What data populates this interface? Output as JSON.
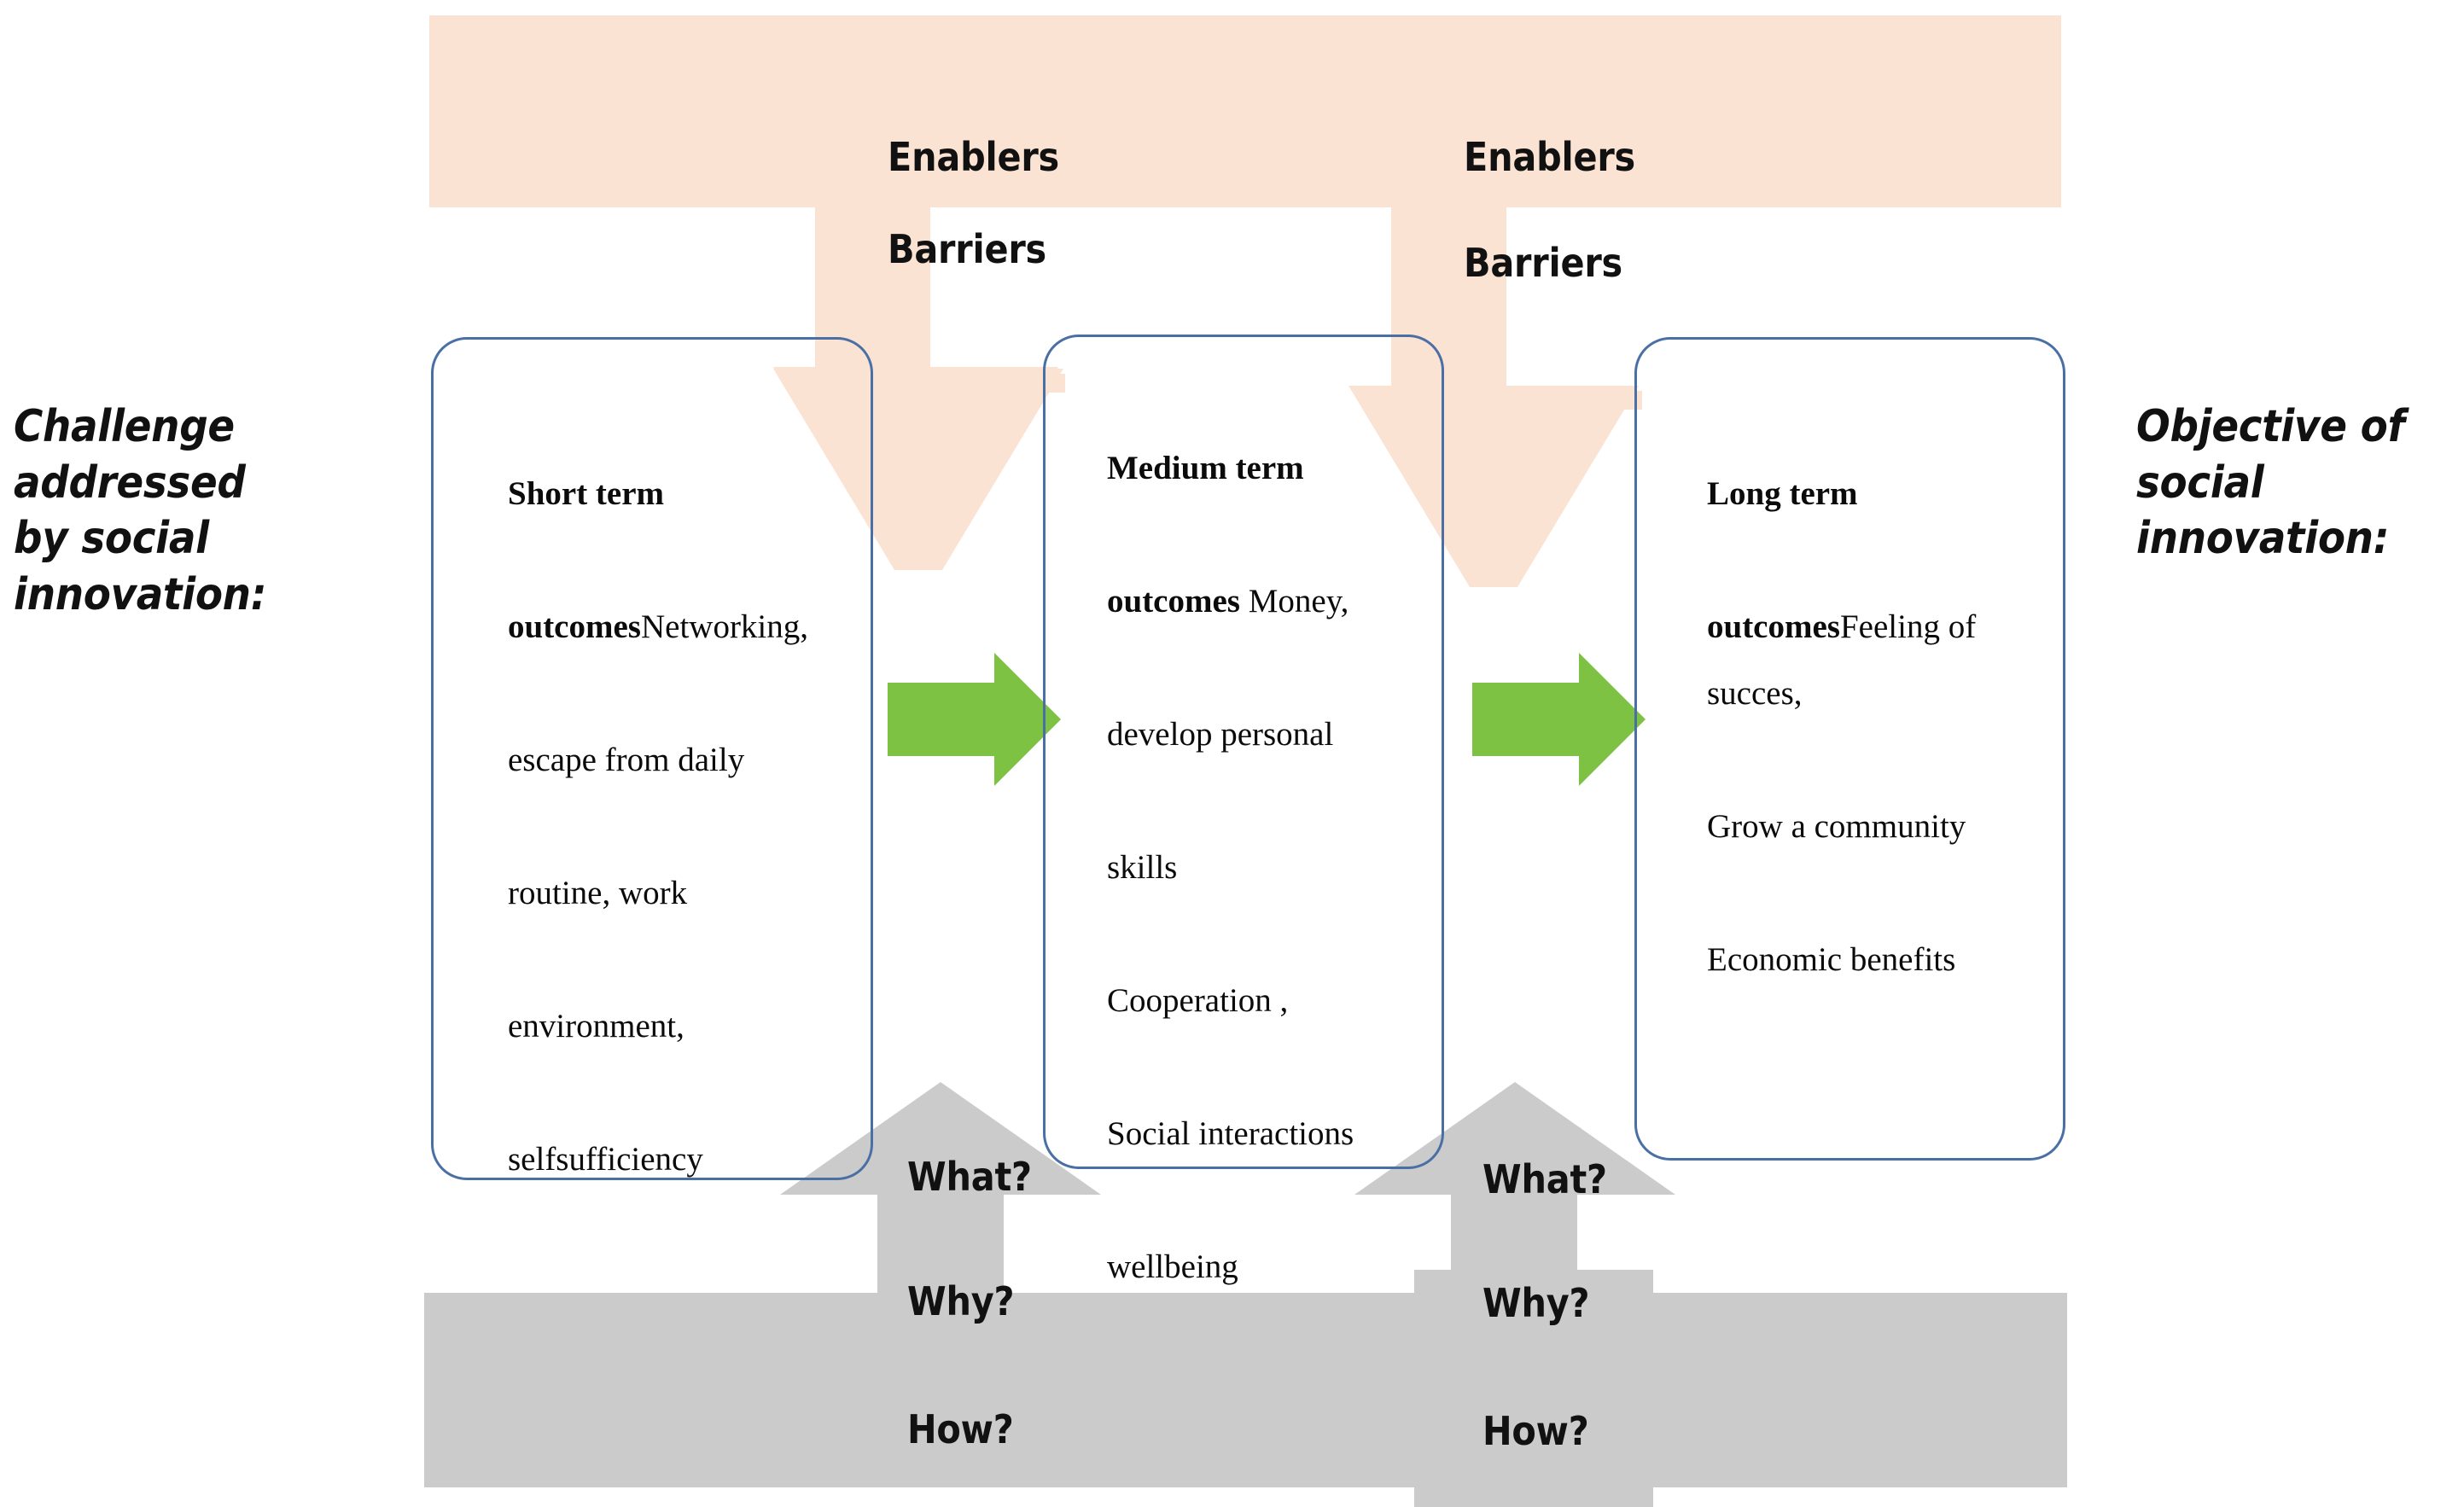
{
  "diagram": {
    "title": "Social innovation outcomes pathway",
    "colors": {
      "peach_banner": "#FBE3D3",
      "gray_banner": "#CBCBCB",
      "green_arrow": "#7DC242",
      "box_border": "#4A6FA5",
      "text": "#111111",
      "background": "#FFFFFF"
    }
  },
  "captions": {
    "left": "Challenge addressed by social innovation:",
    "right": "Objective of social innovation:"
  },
  "boxes": [
    {
      "id": "short",
      "heading": "Short term\n\noutcomes",
      "body": "Networking,\n\nescape from daily\n\nroutine, work\n\nenvironment,\n\nselfsufficiency"
    },
    {
      "id": "medium",
      "heading": "Medium term\n\noutcomes",
      "body": " Money,\n\ndevelop personal\n\nskills\n\nCooperation ,\n\nSocial interactions\n\nwellbeing"
    },
    {
      "id": "long",
      "heading": "Long term\n\noutcomes",
      "body": "Feeling of succes,\n\nGrow a community\n\nEconomic benefits"
    }
  ],
  "top_banner": {
    "groups": [
      {
        "enablers": "Enablers",
        "barriers": "Barriers"
      },
      {
        "enablers": "Enablers",
        "barriers": "Barriers"
      }
    ]
  },
  "bottom_banner": {
    "groups": [
      {
        "what": "What?",
        "why": "Why?",
        "how": "How?"
      },
      {
        "what": "What?",
        "why": "Why?",
        "how": "How?"
      }
    ]
  },
  "flow_arrows": [
    {
      "name": "short-to-medium",
      "direction": "right",
      "color": "#7DC242"
    },
    {
      "name": "medium-to-long",
      "direction": "right",
      "color": "#7DC242"
    }
  ]
}
